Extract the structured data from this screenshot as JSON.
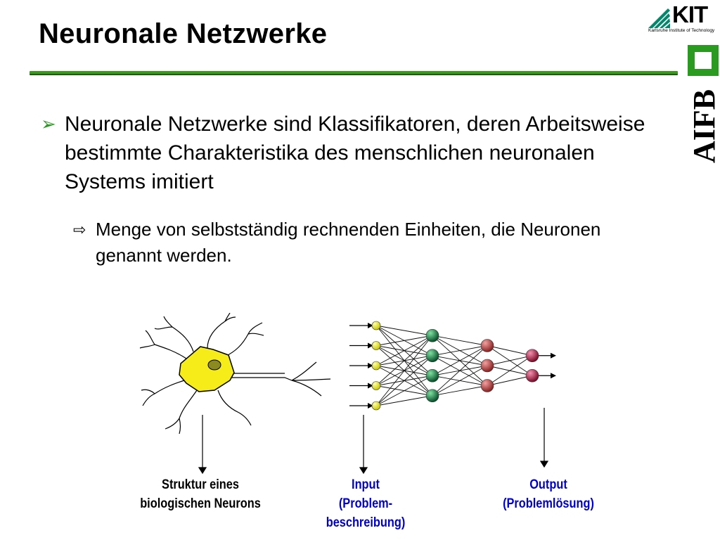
{
  "slide": {
    "title": "Neuronale Netzwerke"
  },
  "logos": {
    "kit_word": "KIT",
    "kit_sub": "Karlsruhe Institute of Technology",
    "aifb_word": "AIFB"
  },
  "bullets": {
    "level1": "Neuronale Netzwerke sind Klassifikatoren, deren Arbeitsweise bestimmte Charakteristika des menschlichen neuronalen Systems imitiert",
    "level2": "Menge von selbstständig rechnenden Einheiten, die Neuronen genannt werden."
  },
  "captions": {
    "neuron": [
      "Struktur eines",
      "biologischen Neurons"
    ],
    "input": [
      "Input",
      "(Problem-",
      "beschreibung)"
    ],
    "output": [
      "Output",
      "(Problemlösung)"
    ]
  },
  "network": {
    "layers": [
      5,
      4,
      3,
      2
    ],
    "colors": {
      "input": "#e6e600",
      "hidden1": "#0a7a3a",
      "hidden2": "#c04040",
      "output": "#b0103a",
      "soma": "#f5ec1a",
      "caption_blue": "#0000cc",
      "rule": "#3a9a1e"
    }
  }
}
